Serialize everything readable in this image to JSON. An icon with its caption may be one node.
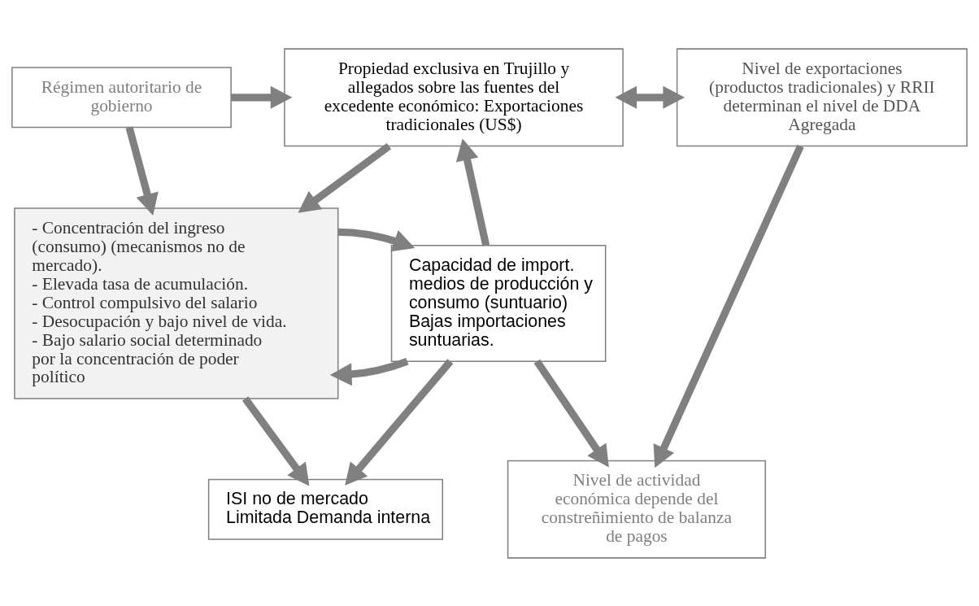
{
  "diagram": {
    "nodes": [
      {
        "text": [
          "Régimen autoritario de gobierno"
        ]
      },
      {
        "text": [
          "Propiedad exclusiva en Trujillo y allegados sobre las fuentes del excedente económico: Exportaciones tradicionales (US$)"
        ]
      },
      {
        "text": [
          "Nivel de exportaciones (productos tradicionales) y RRII determinan el nivel de DDA Agregada"
        ]
      },
      {
        "text": [
          "- Concentración del ingreso (consumo) (mecanismos no de mercado).",
          "- Elevada tasa de acumulación.",
          "- Control compulsivo del salario",
          "- Desocupación y bajo nivel de vida.",
          "- Bajo salario social determinado por la concentración de poder político"
        ]
      },
      {
        "text": [
          "Capacidad de import. medios de producción y consumo (suntuario)",
          "Bajas importaciones suntuarias."
        ]
      },
      {
        "text": [
          "ISI no de mercado",
          "Limitada Demanda interna"
        ]
      },
      {
        "text": [
          "Nivel de actividad económica depende del constreñimiento de balanza de pagos"
        ]
      }
    ],
    "edges": [
      {
        "from": 0,
        "to": 1,
        "arrow": "to"
      },
      {
        "from": 1,
        "to": 2,
        "arrow": "both"
      },
      {
        "from": 0,
        "to": 3,
        "arrow": "to"
      },
      {
        "from": 1,
        "to": 3,
        "arrow": "to"
      },
      {
        "from": 4,
        "to": 1,
        "arrow": "to"
      },
      {
        "from": 4,
        "to": 3,
        "arrow": "to"
      },
      {
        "from": 3,
        "to": 4,
        "arrow": "to"
      },
      {
        "from": 3,
        "to": 5,
        "arrow": "to"
      },
      {
        "from": 4,
        "to": 5,
        "arrow": "to"
      },
      {
        "from": 4,
        "to": 6,
        "arrow": "to"
      },
      {
        "from": 2,
        "to": 6,
        "arrow": "to"
      }
    ]
  }
}
